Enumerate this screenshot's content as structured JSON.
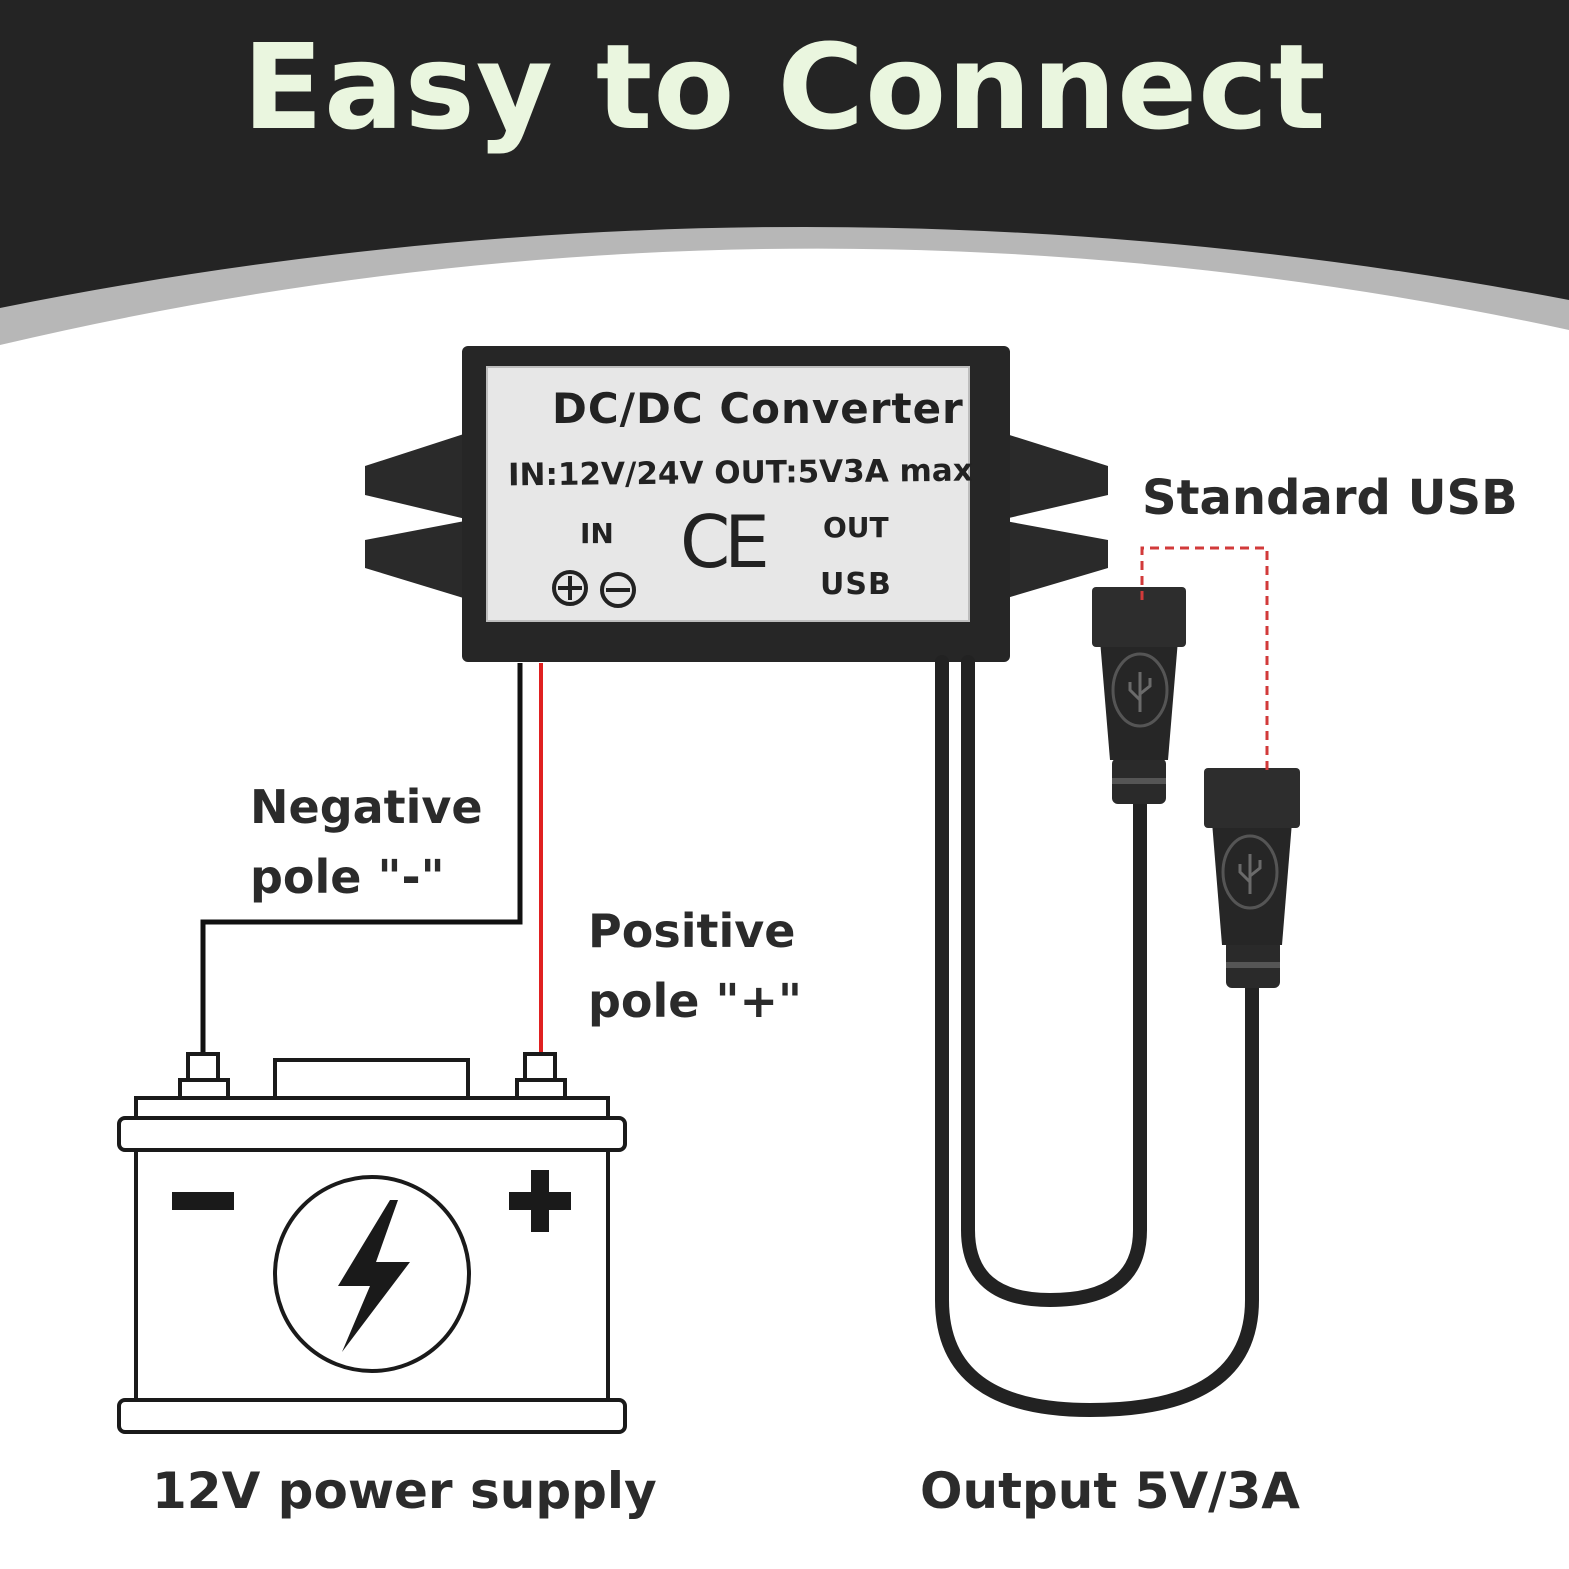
{
  "header": {
    "title": "Easy to Connect"
  },
  "converter": {
    "title": "DC/DC  Converter",
    "spec": "IN:12V/24V  OUT:5V3A max",
    "in_label": "IN",
    "out_label": "OUT",
    "usb_label": "USB",
    "cert_mark": "CE"
  },
  "labels": {
    "standard_usb": "Standard USB",
    "negative_line1": "Negative",
    "negative_line2": "pole \"-\"",
    "positive_line1": "Positive",
    "positive_line2": "pole \"+\"",
    "supply": "12V power supply",
    "output": "Output 5V/3A"
  },
  "colors": {
    "header_bg": "#242424",
    "swoosh_gray": "#b7b7b7",
    "headline_text": "#eaf6df",
    "device_body": "#262626",
    "plate": "#e7e7e7",
    "positive_wire": "#e02020",
    "negative_wire": "#111111",
    "dashed_line": "#d23a3a"
  }
}
